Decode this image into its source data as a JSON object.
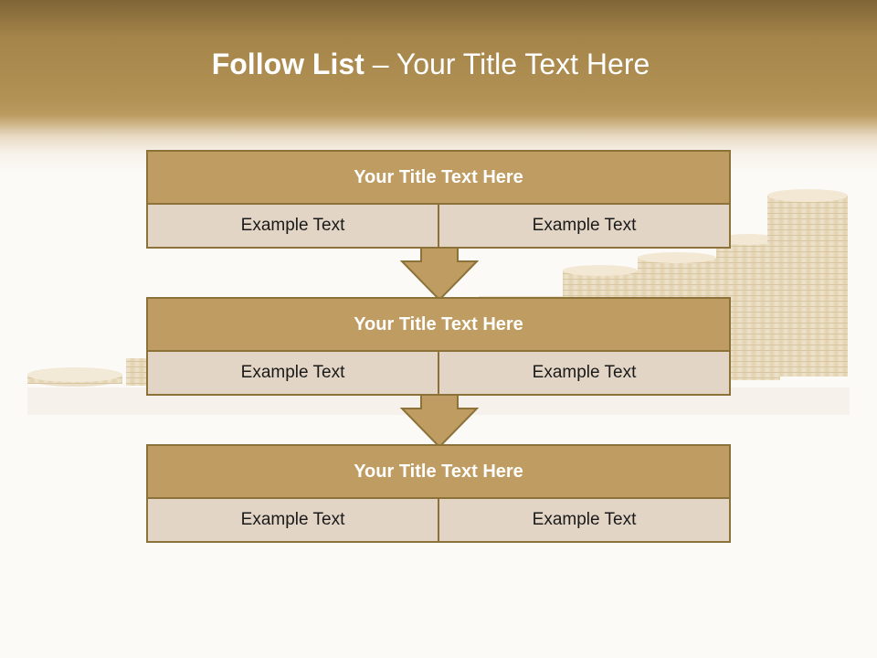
{
  "slide": {
    "title_strong": "Follow List",
    "title_rest": " – Your Title Text Here"
  },
  "blocks": [
    {
      "title": "Your Title Text Here",
      "left": "Example Text",
      "right": "Example Text"
    },
    {
      "title": "Your Title Text Here",
      "left": "Example Text",
      "right": "Example Text"
    },
    {
      "title": "Your Title Text Here",
      "left": "Example Text",
      "right": "Example Text"
    }
  ],
  "colors": {
    "header": "#b39256",
    "block_title": "#bf9c61",
    "block_cell": "#e2d5c5",
    "border": "#8c7238"
  },
  "icons": [
    "down-arrow-icon",
    "coin-stacks-background"
  ]
}
